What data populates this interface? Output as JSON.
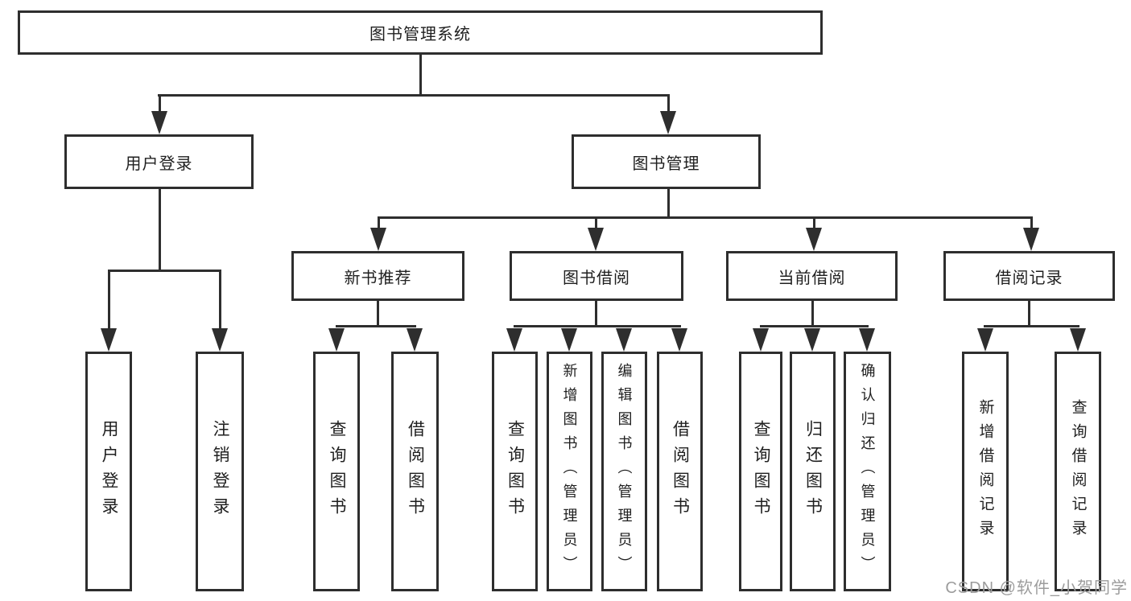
{
  "colors": {
    "line": "#2e2e2e",
    "text": "#1f1f1f",
    "background": "#ffffff",
    "watermark": "#9c9c9c"
  },
  "watermark": {
    "text": "CSDN @软件_小贺同学"
  },
  "diagram": {
    "root": {
      "label": "图书管理系统"
    },
    "branches": [
      {
        "id": "user-login",
        "label": "用户登录"
      },
      {
        "id": "book-management",
        "label": "图书管理"
      }
    ],
    "modules": [
      {
        "id": "new-book-recommend",
        "label": "新书推荐"
      },
      {
        "id": "book-borrowing",
        "label": "图书借阅"
      },
      {
        "id": "current-borrowing",
        "label": "当前借阅"
      },
      {
        "id": "borrowing-records",
        "label": "借阅记录"
      }
    ],
    "leaves": [
      {
        "id": "user-login-leaf",
        "label": "用户登录"
      },
      {
        "id": "logout",
        "label": "注销登录"
      },
      {
        "id": "query-book-recommend",
        "label": "查询图书"
      },
      {
        "id": "borrow-book-recommend",
        "label": "借阅图书"
      },
      {
        "id": "query-book-borrowing",
        "label": "查询图书"
      },
      {
        "id": "add-book-admin",
        "label": "新增图书（管理员）"
      },
      {
        "id": "edit-book-admin",
        "label": "编辑图书（管理员）"
      },
      {
        "id": "borrow-book-borrowing",
        "label": "借阅图书"
      },
      {
        "id": "query-book-current",
        "label": "查询图书"
      },
      {
        "id": "return-book",
        "label": "归还图书"
      },
      {
        "id": "confirm-return-admin",
        "label": "确认归还（管理员）"
      },
      {
        "id": "add-borrow-record",
        "label": "新增借阅记录"
      },
      {
        "id": "query-borrow-record",
        "label": "查询借阅记录"
      }
    ]
  }
}
